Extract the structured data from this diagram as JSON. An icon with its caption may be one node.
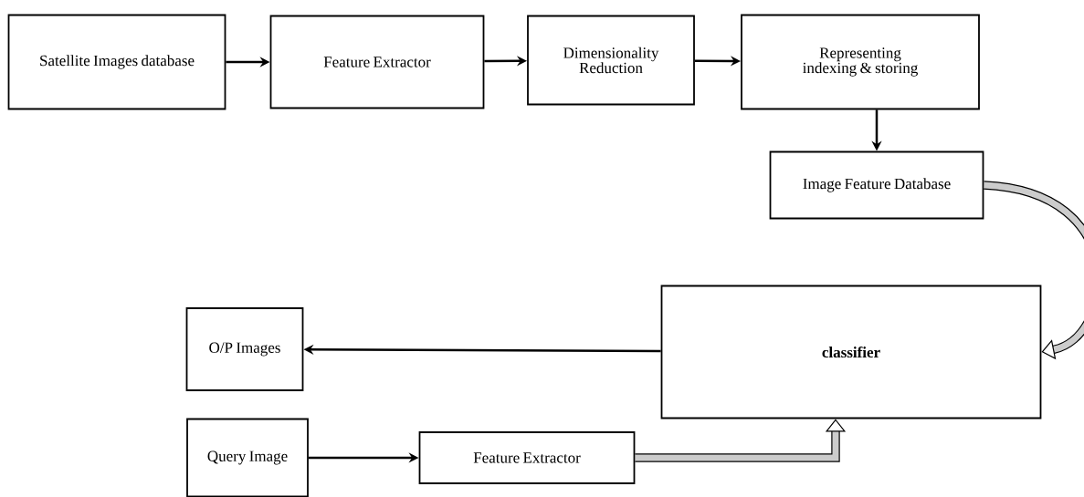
{
  "diagram": {
    "nodes": [
      {
        "text": [
          "Satellite Images database"
        ]
      },
      {
        "text": [
          "Feature Extractor"
        ]
      },
      {
        "text": [
          "Dimensionality Reduction"
        ]
      },
      {
        "text": [
          "Representing indexing & storing"
        ]
      },
      {
        "text": [
          "Image Feature Database"
        ]
      },
      {
        "text": [
          "classifier"
        ]
      },
      {
        "text": [
          "O/P Images"
        ]
      },
      {
        "text": [
          "Query Image"
        ]
      },
      {
        "text": [
          "Feature Extractor"
        ]
      }
    ],
    "edges": [
      {
        "from": 0,
        "to": 1,
        "arrow": "to"
      },
      {
        "from": 1,
        "to": 2,
        "arrow": "to"
      },
      {
        "from": 2,
        "to": 3,
        "arrow": "to"
      },
      {
        "from": 3,
        "to": 4,
        "arrow": "to"
      },
      {
        "from": 4,
        "to": 5,
        "arrow": "to",
        "style": "thick"
      },
      {
        "from": 5,
        "to": 6,
        "arrow": "to"
      },
      {
        "from": 7,
        "to": 8,
        "arrow": "to"
      },
      {
        "from": 8,
        "to": 5,
        "arrow": "to",
        "style": "thick"
      }
    ]
  }
}
